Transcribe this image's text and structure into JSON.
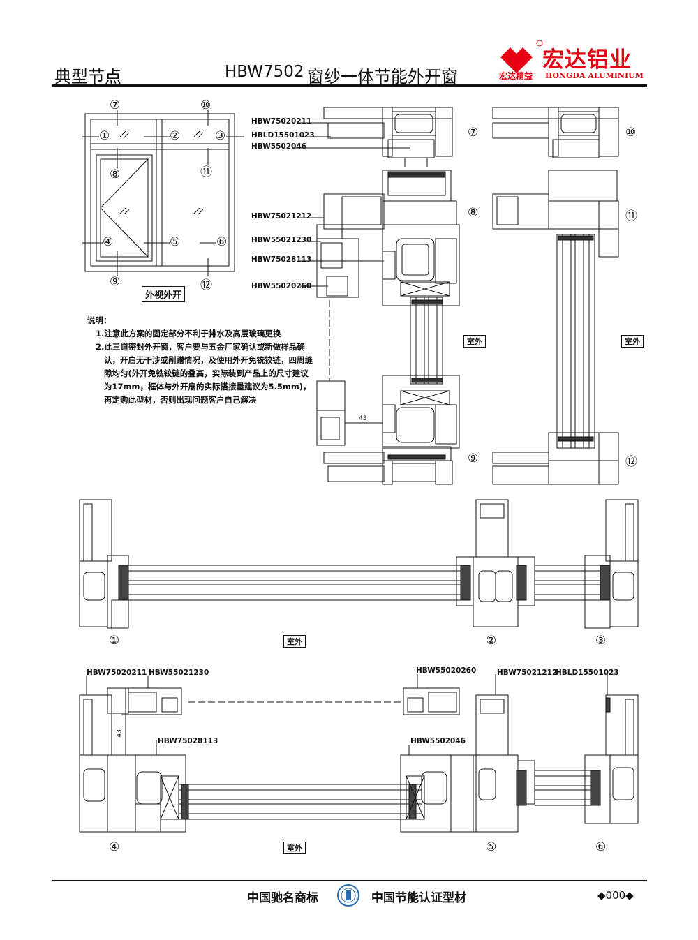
{
  "header": {
    "left_title": "典型节点",
    "model": "HBW7502",
    "product_name": "窗纱一体节能外开窗",
    "brand_cn": "宏达铝业",
    "brand_sub_cn": "宏达精益",
    "brand_en": "HONGDA ALUMINIUM",
    "brand_color": "#e60012"
  },
  "elevation": {
    "caption": "外视外开",
    "node_labels": [
      "①",
      "②",
      "③",
      "④",
      "⑤",
      "⑥",
      "⑦",
      "⑧",
      "⑨",
      "⑩",
      "⑪",
      "⑫"
    ]
  },
  "notes": {
    "heading": "说明：",
    "items": [
      "1.注意此方案的固定部分不利于排水及高层玻璃更换",
      "2.此三道密封外开窗，客户要与五金厂家确认或新做样品确认，开启无干涉或剐蹭情况，及使用外开免铣铰链，四周缝隙均匀(外开免铣铰链的叠高，实际装到产品上的尺寸建议为17mm，框体与外开扇的实际搭接量建议为5.5mm)，再定购此型材，否则出现问题客户自己解决"
    ]
  },
  "vertical_section": {
    "part_labels": [
      "HBW75020211",
      "HBLD15501023",
      "HBW5502046",
      "HBW75021212",
      "HBW55021230",
      "HBW75028113",
      "HBW55020260"
    ],
    "dimension": "43",
    "outside_label": "室外",
    "node_refs": [
      "⑦",
      "⑧",
      "⑨",
      "⑩",
      "⑪",
      "⑫"
    ]
  },
  "horizontal_section_top": {
    "outside_label": "室外",
    "node_refs": [
      "①",
      "②",
      "③"
    ]
  },
  "horizontal_section_bottom": {
    "part_labels": [
      "HBW75020211",
      "HBW55021230",
      "HBW75028113",
      "HBW55020260",
      "HBW75021212",
      "HBLD15501023",
      "HBW5502046"
    ],
    "dimension": "43",
    "outside_label": "室外",
    "node_refs": [
      "④",
      "⑤",
      "⑥"
    ]
  },
  "footer": {
    "left_text": "中国驰名商标",
    "right_text": "中国节能认证型材",
    "page": "◆000◆"
  }
}
